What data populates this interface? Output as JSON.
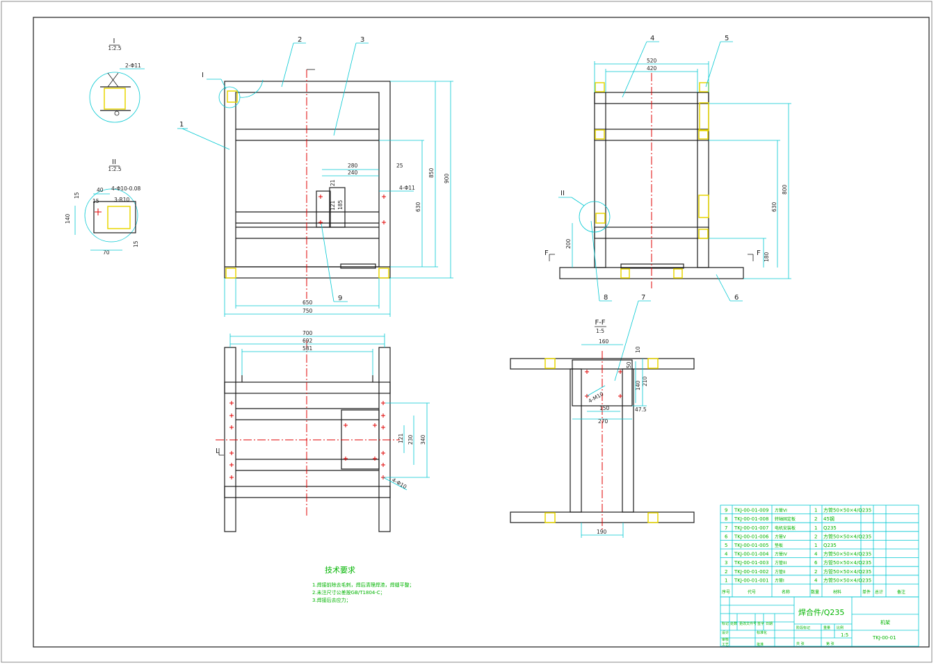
{
  "technical_requirements": {
    "title": "技术要求",
    "items": [
      "1.焊接前除去毛刺，焊后清理焊渣，焊缝平整；",
      "2.未注尺寸公差按GB/T1804-C；",
      "3.焊接后去应力；"
    ]
  },
  "views": {
    "detail_I": {
      "label": "I",
      "scale": "1:2.5",
      "callout": "2-Φ11"
    },
    "detail_II": {
      "label": "II",
      "scale": "1:2.5",
      "callouts": [
        "4-Φ10-0.08",
        "3-R10"
      ],
      "dims": [
        "40",
        "15",
        "15",
        "140",
        "70",
        "15"
      ]
    },
    "front": {
      "detail_callout": "I",
      "dims": [
        "280",
        "240",
        "25",
        "4-Φ11",
        "21",
        "121",
        "185",
        "850",
        "900",
        "630",
        "650",
        "750"
      ],
      "balloons": [
        "1",
        "2",
        "3",
        "9"
      ]
    },
    "side": {
      "detail_callout": "II",
      "section_marks": [
        "F",
        "F"
      ],
      "dims": [
        "520",
        "420",
        "630",
        "800",
        "200",
        "180"
      ],
      "balloons": [
        "4",
        "5",
        "6",
        "7",
        "8"
      ]
    },
    "top": {
      "section_mark": "L",
      "dims": [
        "700",
        "692",
        "581",
        "121",
        "230",
        "340",
        "4-Φ10"
      ]
    },
    "section_FF": {
      "label": "F-F",
      "scale": "1:5",
      "dims": [
        "160",
        "10",
        "50",
        "140",
        "210",
        "4-M10",
        "150",
        "47.5",
        "270",
        "190"
      ]
    }
  },
  "bom": {
    "rows": [
      {
        "no": "9",
        "code": "TKJ-00-01-009",
        "name": "方管VI",
        "qty": "1",
        "material": "方管50×50×4/Q235"
      },
      {
        "no": "8",
        "code": "TKJ-00-01-008",
        "name": "转轴固定板",
        "qty": "2",
        "material": "45钢"
      },
      {
        "no": "7",
        "code": "TKJ-00-01-007",
        "name": "电机安装板",
        "qty": "1",
        "material": "Q235"
      },
      {
        "no": "6",
        "code": "TKJ-00-01-006",
        "name": "方管V",
        "qty": "2",
        "material": "方管50×50×4/Q235"
      },
      {
        "no": "5",
        "code": "TKJ-00-01-005",
        "name": "垫板",
        "qty": "1",
        "material": "Q235"
      },
      {
        "no": "4",
        "code": "TKJ-00-01-004",
        "name": "方管IV",
        "qty": "4",
        "material": "方管50×50×4/Q235"
      },
      {
        "no": "3",
        "code": "TKJ-00-01-003",
        "name": "方管III",
        "qty": "6",
        "material": "方管50×50×4/Q235"
      },
      {
        "no": "2",
        "code": "TKJ-00-01-002",
        "name": "方管II",
        "qty": "2",
        "material": "方管50×50×4/Q235"
      },
      {
        "no": "1",
        "code": "TKJ-00-01-001",
        "name": "方管I",
        "qty": "4",
        "material": "方管50×50×4/Q235"
      }
    ],
    "headers": [
      "序号",
      "代号",
      "名称",
      "数量",
      "材料",
      "单件",
      "总计",
      "备注"
    ]
  },
  "title_block": {
    "material": "焊合件/Q235",
    "name": "机架",
    "drawing_no": "TKJ-00-01",
    "scale": "1:5",
    "labels": [
      "标记",
      "处数",
      "更改文件号",
      "签字",
      "日期",
      "设计",
      "标准化",
      "审核",
      "工艺",
      "批准",
      "阶段标记",
      "重量",
      "比例",
      "共 张",
      "第 张"
    ]
  },
  "colors": {
    "outline": "#1a1a1a",
    "dimension": "#00c8d2",
    "centerline": "#e00000",
    "tube_section": "#e8d600",
    "table_text": "#00b400"
  }
}
